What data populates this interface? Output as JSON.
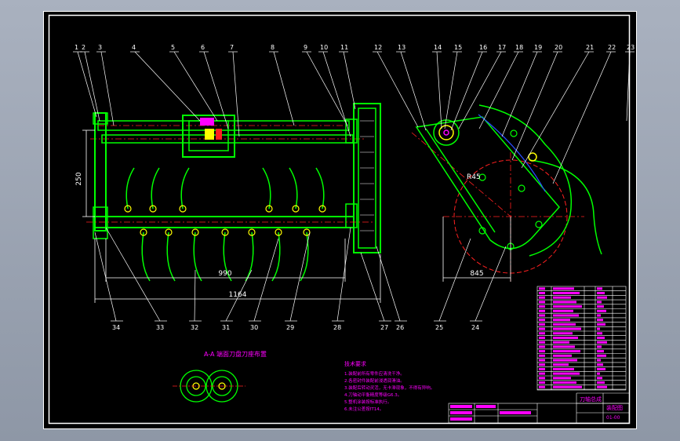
{
  "drawing": {
    "part_numbers": [
      "1",
      "2",
      "3",
      "4",
      "5",
      "6",
      "7",
      "8",
      "9",
      "10",
      "11",
      "12",
      "13",
      "14",
      "15",
      "16",
      "17",
      "18",
      "19",
      "20",
      "21",
      "22",
      "23"
    ],
    "bottom_part_numbers": [
      "34",
      "33",
      "32",
      "31",
      "30",
      "29",
      "28",
      "27",
      "26",
      "25",
      "24"
    ],
    "dimensions": {
      "height_left": "250",
      "inner_length": "990",
      "overall_length": "1164",
      "side_radius": "R45",
      "side_width": "845"
    },
    "section_title": "A-A 端面刀盘刀座布置",
    "tech_req_title": "技术要求",
    "tech_req_lines": [
      "1.装配前所有零件应清洗干净。",
      "2.各密封件装配前浸透润滑油。",
      "3.装配后转动灵活，无卡滞现象，不得有异响。",
      "4.刀轴动平衡精度等级G6.3。",
      "5.整机涂装按标准执行。",
      "6.未注公差按IT14。"
    ]
  },
  "title_block": {
    "drawing_name": "刀轴总成",
    "sheet_label": "装配图",
    "sheet_no": "01-00"
  },
  "colors": {
    "background": "#000000",
    "frame": "#ffffff",
    "part_outline": "#00ff00",
    "centerline": "#ff2020",
    "dimension": "#ffffff",
    "highlight": "#ff00ff",
    "bolt": "#ffff00",
    "hidden": "#2a4bff"
  }
}
